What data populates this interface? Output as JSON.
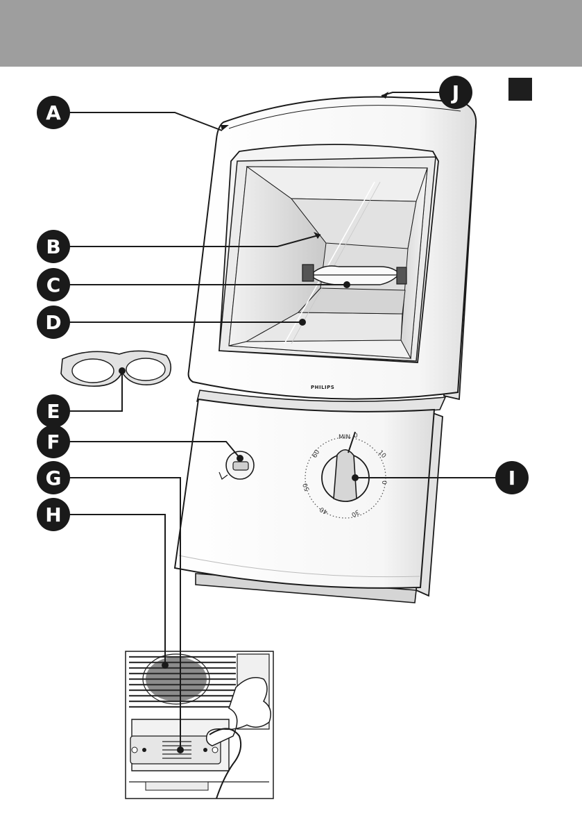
{
  "header": {
    "band_color": "#9e9e9e"
  },
  "page_marker": {
    "color": "#1e1e1e"
  },
  "device": {
    "brand": "PHILIPS",
    "timer_dial": {
      "min_label": "MIN",
      "numbers": [
        "0",
        "10",
        "0",
        "30",
        "40",
        "50",
        "60"
      ]
    }
  },
  "callouts": {
    "A": "A",
    "B": "B",
    "C": "C",
    "D": "D",
    "E": "E",
    "F": "F",
    "G": "G",
    "H": "H",
    "I": "I",
    "J": "J"
  },
  "colors": {
    "callout_fill": "#1a1a1a",
    "outline": "#1a1a1a",
    "reflector_shade": "#d9d9d9"
  }
}
